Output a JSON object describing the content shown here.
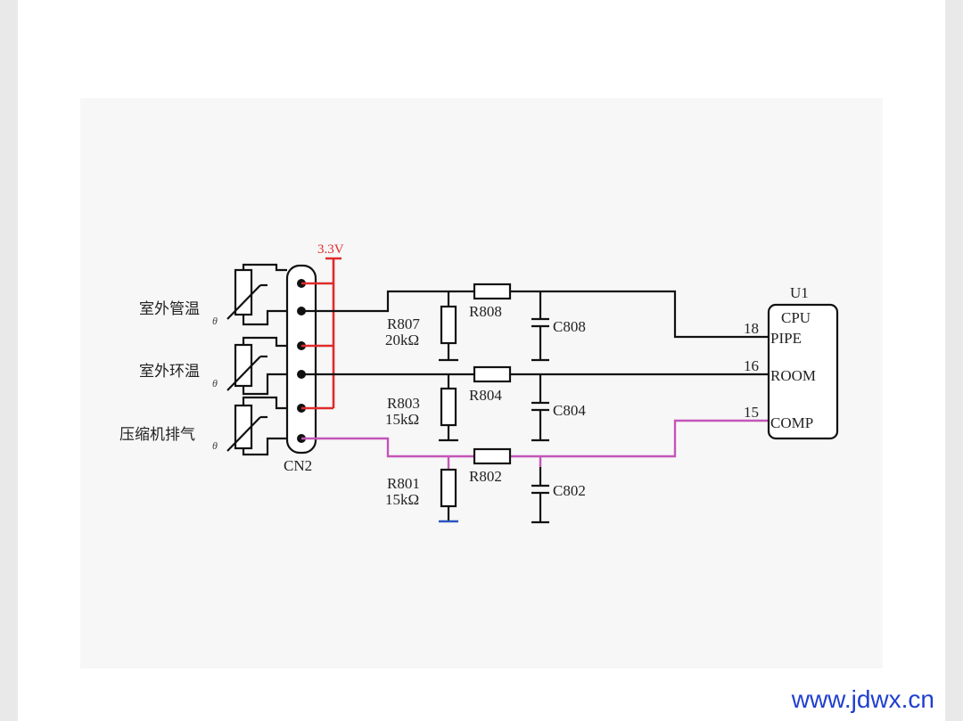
{
  "colors": {
    "wire": "#111111",
    "supply": "#e02a2a",
    "comp_line": "#c455b8",
    "ground_mark": "#2a55c0",
    "watermark": "#1f3fd0"
  },
  "sensors": [
    {
      "label": "室外管温",
      "theta": "θ"
    },
    {
      "label": "室外环温",
      "theta": "θ"
    },
    {
      "label": "压缩机排气",
      "theta": "θ"
    }
  ],
  "connector": {
    "label": "CN2"
  },
  "supply": {
    "label": "3.3V"
  },
  "resistors_to_ground": [
    {
      "ref": "R807",
      "value": "20kΩ"
    },
    {
      "ref": "R803",
      "value": "15kΩ"
    },
    {
      "ref": "R801",
      "value": "15kΩ"
    }
  ],
  "series_resistors": [
    "R808",
    "R804",
    "R802"
  ],
  "capacitors": [
    "C808",
    "C804",
    "C802"
  ],
  "cpu": {
    "ref": "U1",
    "name": "CPU",
    "pins": [
      {
        "number": "18",
        "name": "PIPE"
      },
      {
        "number": "16",
        "name": "ROOM"
      },
      {
        "number": "15",
        "name": "COMP"
      }
    ]
  },
  "watermark": "www.jdwx.cn"
}
